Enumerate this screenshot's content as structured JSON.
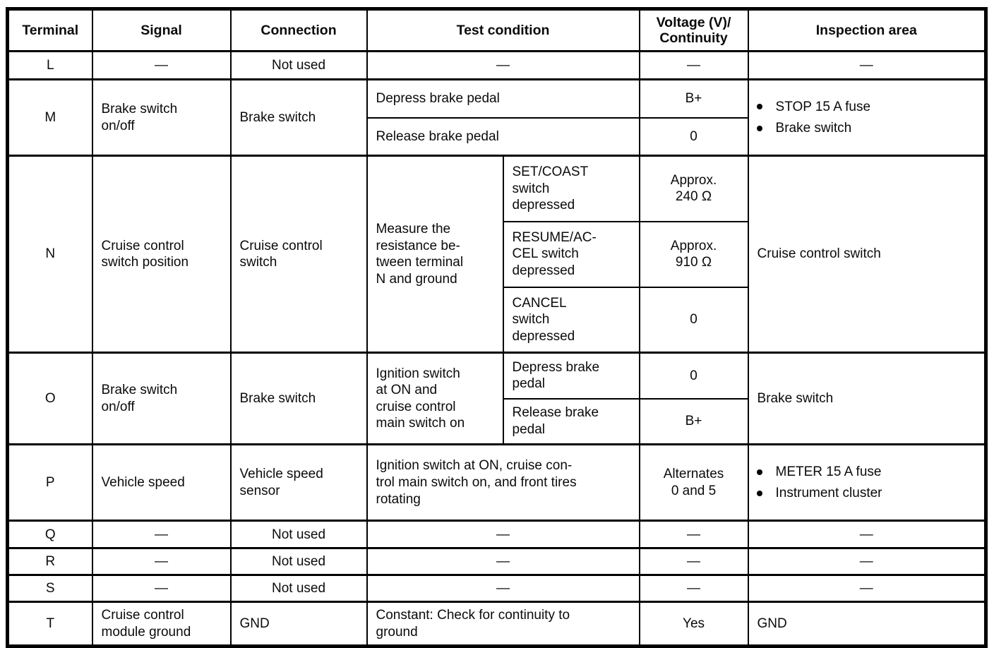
{
  "dash": "—",
  "header": {
    "terminal": "Terminal",
    "signal": "Signal",
    "connection": "Connection",
    "test_condition": "Test condition",
    "voltage": "Voltage (V)/\nContinuity",
    "inspection": "Inspection area"
  },
  "rows": {
    "L": {
      "terminal": "L",
      "connection": "Not used"
    },
    "M": {
      "terminal": "M",
      "signal": "Brake switch\non/off",
      "connection": "Brake switch",
      "conditions": [
        "Depress brake pedal",
        "Release brake pedal"
      ],
      "values": [
        "B+",
        "0"
      ],
      "inspection_items": [
        "STOP 15 A fuse",
        "Brake switch"
      ]
    },
    "N": {
      "terminal": "N",
      "signal": "Cruise control\nswitch position",
      "connection": "Cruise control\nswitch",
      "condition_main": "Measure the\nresistance be-\ntween terminal\nN and ground",
      "sub_conditions": [
        "SET/COAST\nswitch\ndepressed",
        "RESUME/AC-\nCEL switch\ndepressed",
        "CANCEL\nswitch\ndepressed"
      ],
      "values": [
        "Approx.\n240 Ω",
        "Approx.\n910 Ω",
        "0"
      ],
      "inspection": "Cruise control switch"
    },
    "O": {
      "terminal": "O",
      "signal": "Brake switch\non/off",
      "connection": "Brake switch",
      "condition_main": "Ignition switch\nat ON and\ncruise control\nmain switch on",
      "sub_conditions": [
        "Depress brake\npedal",
        "Release brake\npedal"
      ],
      "values": [
        "0",
        "B+"
      ],
      "inspection": "Brake switch"
    },
    "P": {
      "terminal": "P",
      "signal": "Vehicle speed",
      "connection": "Vehicle speed\nsensor",
      "condition": "Ignition switch at ON, cruise con-\ntrol main switch on, and front tires\nrotating",
      "value": "Alternates\n0 and 5",
      "inspection_items": [
        "METER 15 A fuse",
        "Instrument cluster"
      ]
    },
    "Q": {
      "terminal": "Q",
      "connection": "Not used"
    },
    "R": {
      "terminal": "R",
      "connection": "Not used"
    },
    "S": {
      "terminal": "S",
      "connection": "Not used"
    },
    "T": {
      "terminal": "T",
      "signal": "Cruise control\nmodule ground",
      "connection": "GND",
      "condition": "Constant: Check for continuity to\nground",
      "value": "Yes",
      "inspection": "GND"
    }
  }
}
